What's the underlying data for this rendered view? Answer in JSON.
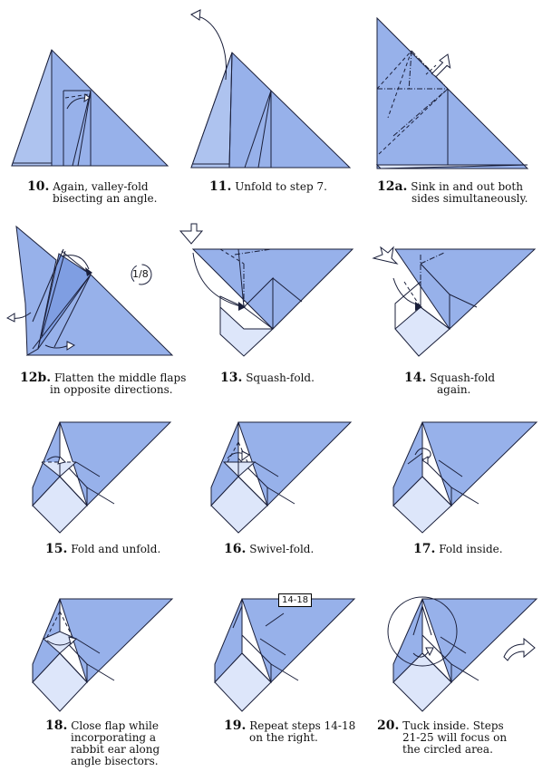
{
  "colors": {
    "paper": "#97b1ea",
    "paper_light": "#dde6fa",
    "paper_dark": "#6f8fd8",
    "line": "#1a1f3a"
  },
  "steps": [
    {
      "num": "10.",
      "line1": "Again, valley-fold",
      "line2": "bisecting an angle."
    },
    {
      "num": "11.",
      "line1": "Unfold to step 7.",
      "line2": ""
    },
    {
      "num": "12a.",
      "line1": "Sink in and out both",
      "line2": "sides simultaneously."
    },
    {
      "num": "12b.",
      "line1": "Flatten the middle flaps",
      "line2": "in opposite directions."
    },
    {
      "num": "13.",
      "line1": "Squash-fold.",
      "line2": ""
    },
    {
      "num": "14.",
      "line1": "Squash-fold",
      "line2": "again."
    },
    {
      "num": "15.",
      "line1": "Fold and unfold.",
      "line2": ""
    },
    {
      "num": "16.",
      "line1": "Swivel-fold.",
      "line2": ""
    },
    {
      "num": "17.",
      "line1": "Fold inside.",
      "line2": ""
    },
    {
      "num": "18.",
      "line1": "Close flap while",
      "line2": "incorporating a",
      "line3": "rabbit ear along",
      "line4": "angle bisectors."
    },
    {
      "num": "19.",
      "line1": "Repeat steps 14-18",
      "line2": "on the right."
    },
    {
      "num": "20.",
      "line1": "Tuck inside. Steps",
      "line2": "21-25 will focus on",
      "line3": "the circled area."
    }
  ],
  "labels": {
    "repeat_tag": "14-18",
    "rotation": "1/8"
  }
}
